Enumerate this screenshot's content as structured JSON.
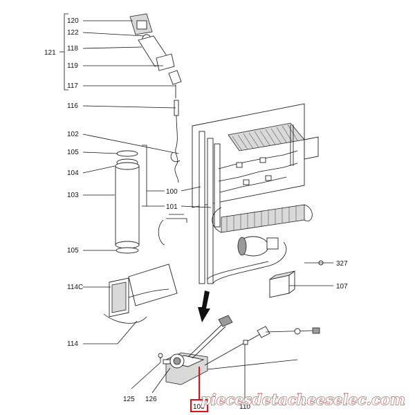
{
  "diagram": {
    "callouts": {
      "c120": "120",
      "c122": "122",
      "c121": "121",
      "c118": "118",
      "c119": "119",
      "c117": "117",
      "c116": "116",
      "c102": "102",
      "c105a": "105",
      "c104": "104",
      "c103": "103",
      "c100": "100",
      "c101": "101",
      "c105b": "105",
      "c114C": "114C",
      "c114": "114",
      "c327": "327",
      "c107": "107",
      "c125": "125",
      "c126": "126",
      "c108": "108",
      "c110": "110"
    },
    "highlight_color": "#e0101a",
    "watermark": "piecesdetacheeselec.com"
  }
}
